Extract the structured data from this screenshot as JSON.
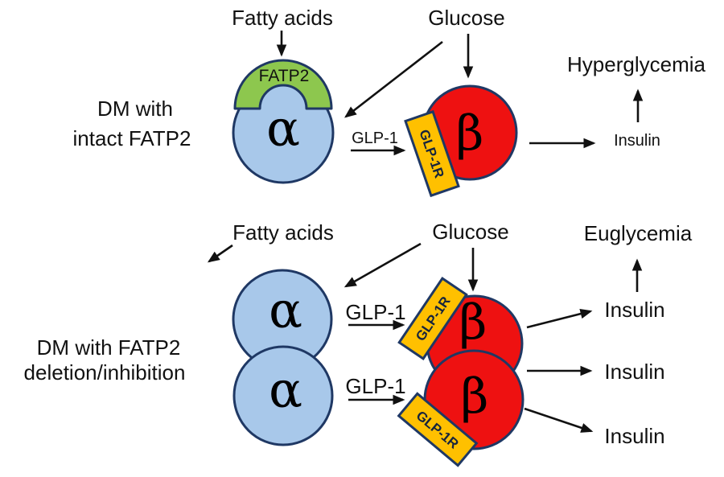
{
  "colors": {
    "alpha_cell": "#A8C8EA",
    "beta_cell": "#EE1111",
    "fatp2_arch": "#8DC74E",
    "glp1r_tag": "#FFC000",
    "outline": "#1F3864",
    "text": "#111111"
  },
  "panels": {
    "top": {
      "label_line1": "DM with",
      "label_line2": "intact FATP2",
      "fatty_acids": "Fatty acids",
      "glucose": "Glucose",
      "fatp2": "FATP2",
      "alpha": "α",
      "beta": "β",
      "glp1": "GLP-1",
      "glp1r": "GLP-1R",
      "insulin": "Insulin",
      "outcome": "Hyperglycemia"
    },
    "bottom": {
      "label_line1": "DM with FATP2",
      "label_line2": "deletion/inhibition",
      "fatty_acids": "Fatty acids",
      "glucose": "Glucose",
      "alpha1": "α",
      "alpha2": "α",
      "beta1": "β",
      "beta2": "β",
      "glp1_top": "GLP-1",
      "glp1_bottom": "GLP-1",
      "glp1r_top": "GLP-1R",
      "glp1r_bottom": "GLP-1R",
      "insulin1": "Insulin",
      "insulin2": "Insulin",
      "insulin3": "Insulin",
      "outcome": "Euglycemia"
    }
  }
}
